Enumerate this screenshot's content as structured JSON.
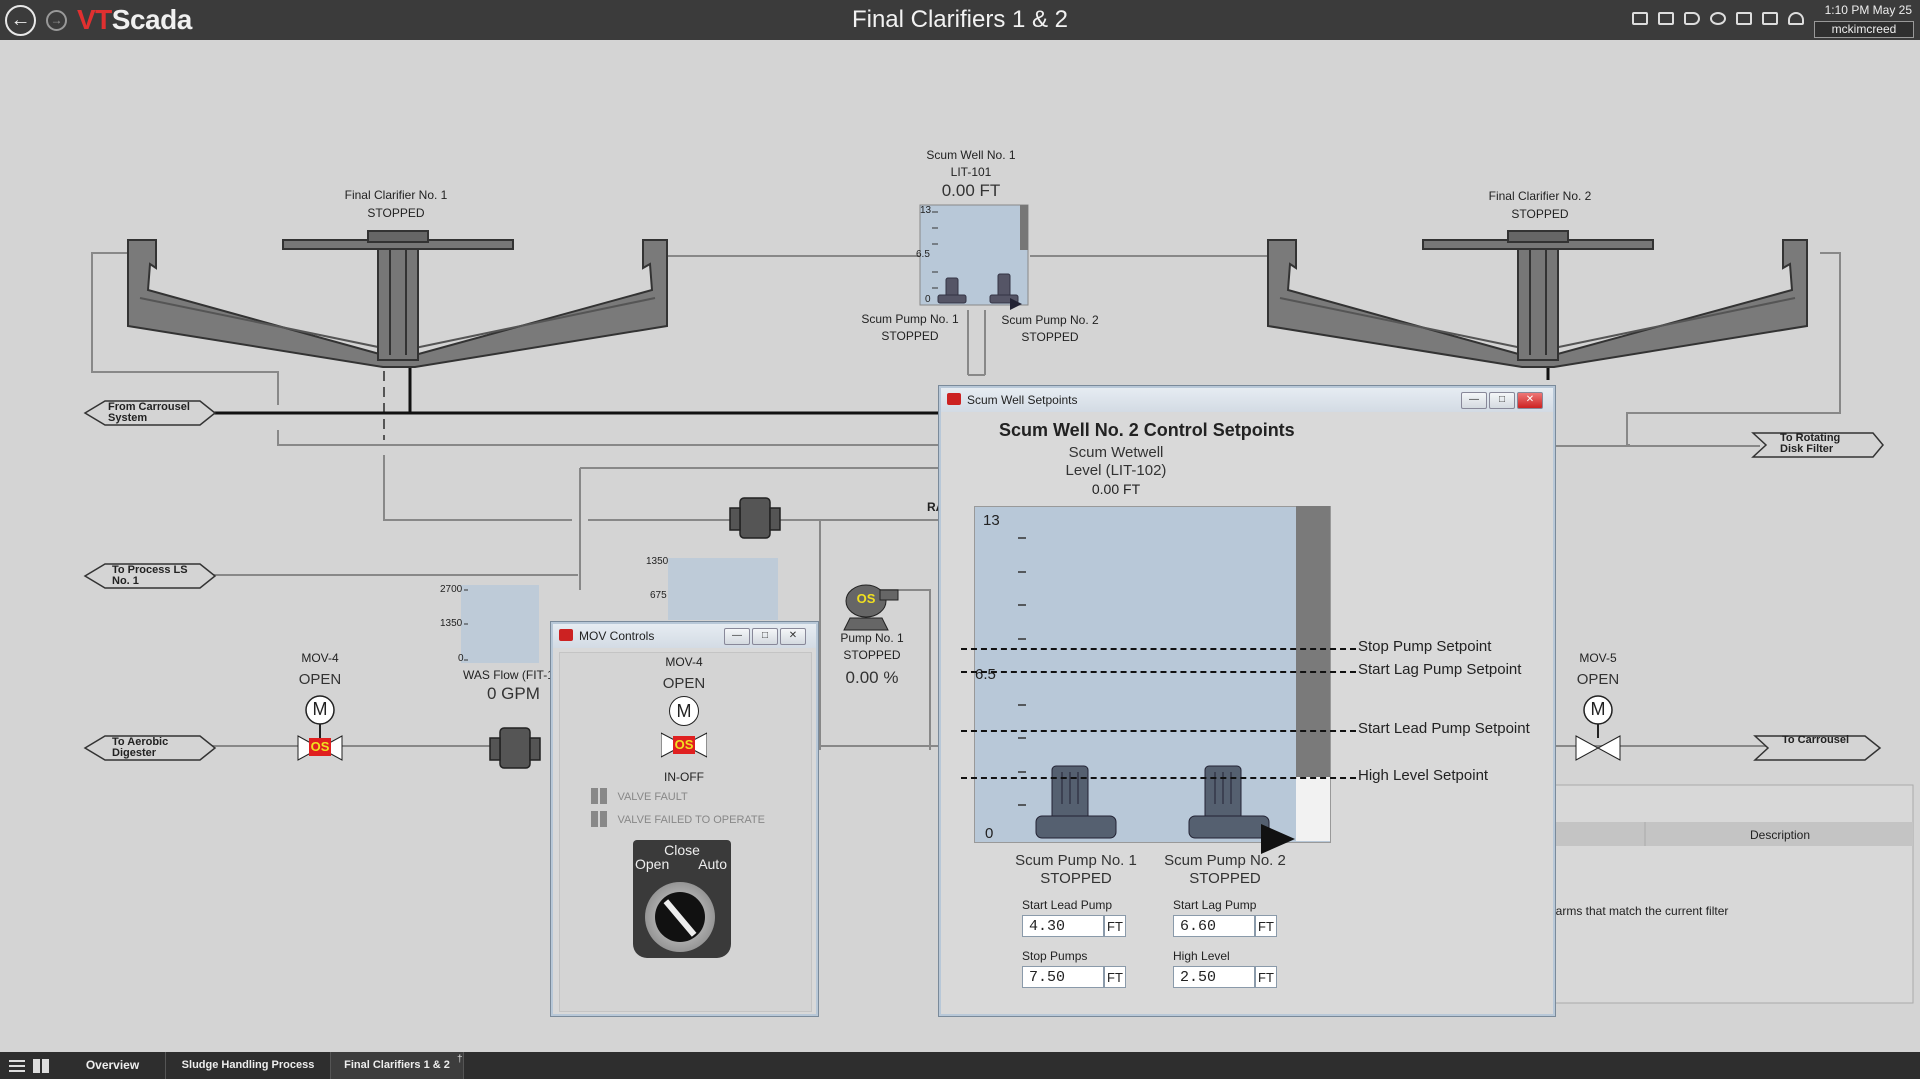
{
  "app": {
    "logo_vt": "VT",
    "logo_scada": "Scada",
    "title": "Final Clarifiers 1 & 2",
    "time": "1:10 PM  May 25",
    "user": "mckimcreed"
  },
  "colors": {
    "titlebar": "#3b3b3b",
    "background": "#d4d4d4",
    "tank_fill": "#b8c8d8",
    "alarm_red": "#e02020",
    "os_yellow": "#f0e020"
  },
  "toolbar_icons": [
    "monitor-icon",
    "image-icon",
    "tag-icon",
    "settings-icon",
    "report-icon",
    "print-icon",
    "bell-icon"
  ],
  "process": {
    "clarifier1": {
      "name": "Final Clarifier No. 1",
      "status": "STOPPED"
    },
    "clarifier2": {
      "name": "Final Clarifier No. 2",
      "status": "STOPPED"
    },
    "scum_well1": {
      "name": "Scum Well No. 1",
      "tag": "LIT-101",
      "level": "0.00 FT",
      "scale": [
        "13",
        "6.5",
        "0"
      ]
    },
    "scum_pump1": {
      "name": "Scum Pump No. 1",
      "status": "STOPPED"
    },
    "scum_pump2": {
      "name": "Scum Pump No. 2",
      "status": "STOPPED"
    },
    "from_carrousel": "From Carrousel System",
    "to_rotating": "To Rotating Disk Filter",
    "to_process": "To Process LS No. 1",
    "to_aerobic": "To Aerobic Digester",
    "to_carrousel": "To Carrousel",
    "was_flow": {
      "name": "WAS Flow (FIT-1",
      "value": "0 GPM",
      "scale": [
        "2700",
        "1350",
        "0"
      ]
    },
    "ras_scale": [
      "1350",
      "675"
    ],
    "ras_label": "RA",
    "pump1": {
      "name": "Pump No. 1",
      "status": "STOPPED",
      "speed": "0.00 %",
      "badge": "OS"
    },
    "mov4": {
      "name": "MOV-4",
      "status": "OPEN",
      "motor": "M",
      "badge": "OS"
    },
    "mov5": {
      "name": "MOV-5",
      "status": "OPEN",
      "motor": "M"
    }
  },
  "alarm_panel": {
    "col_description": "Description",
    "empty_message": "larms that match the current filter"
  },
  "mov_window": {
    "title": "MOV Controls",
    "name": "MOV-4",
    "status": "OPEN",
    "motor": "M",
    "badge": "OS",
    "mode": "IN-OFF",
    "valve_fault": "VALVE FAULT",
    "valve_failed": "VALVE FAILED TO OPERATE",
    "switch_close": "Close",
    "switch_open": "Open",
    "switch_auto": "Auto"
  },
  "setpoints_window": {
    "title": "Scum Well Setpoints",
    "heading": "Scum Well No. 2 Control Setpoints",
    "level_title_1": "Scum Wetwell",
    "level_title_2": "Level (LIT-102)",
    "level_value": "0.00 FT",
    "scale_top": "13",
    "scale_mid": "6.5",
    "scale_bottom": "0",
    "level_fraction": 0.0,
    "setpoint_lines": [
      {
        "label": "Stop Pump Setpoint",
        "value_ft": 7.5
      },
      {
        "label": "Start Lag Pump Setpoint",
        "value_ft": 6.6
      },
      {
        "label": "Start Lead Pump Setpoint",
        "value_ft": 4.3
      },
      {
        "label": "High Level Setpoint",
        "value_ft": 2.5
      }
    ],
    "pump1_name": "Scum Pump No. 1",
    "pump1_status": "STOPPED",
    "pump2_name": "Scum Pump No. 2",
    "pump2_status": "STOPPED",
    "fields": {
      "start_lead_label": "Start Lead Pump",
      "start_lead_value": "4.30",
      "start_lag_label": "Start Lag Pump",
      "start_lag_value": "6.60",
      "stop_label": "Stop Pumps",
      "stop_value": "7.50",
      "high_label": "High Level",
      "high_value": "2.50",
      "unit": "FT"
    }
  },
  "bottom_tabs": [
    "Overview",
    "Sludge Handling Process",
    "Final Clarifiers 1 & 2"
  ]
}
